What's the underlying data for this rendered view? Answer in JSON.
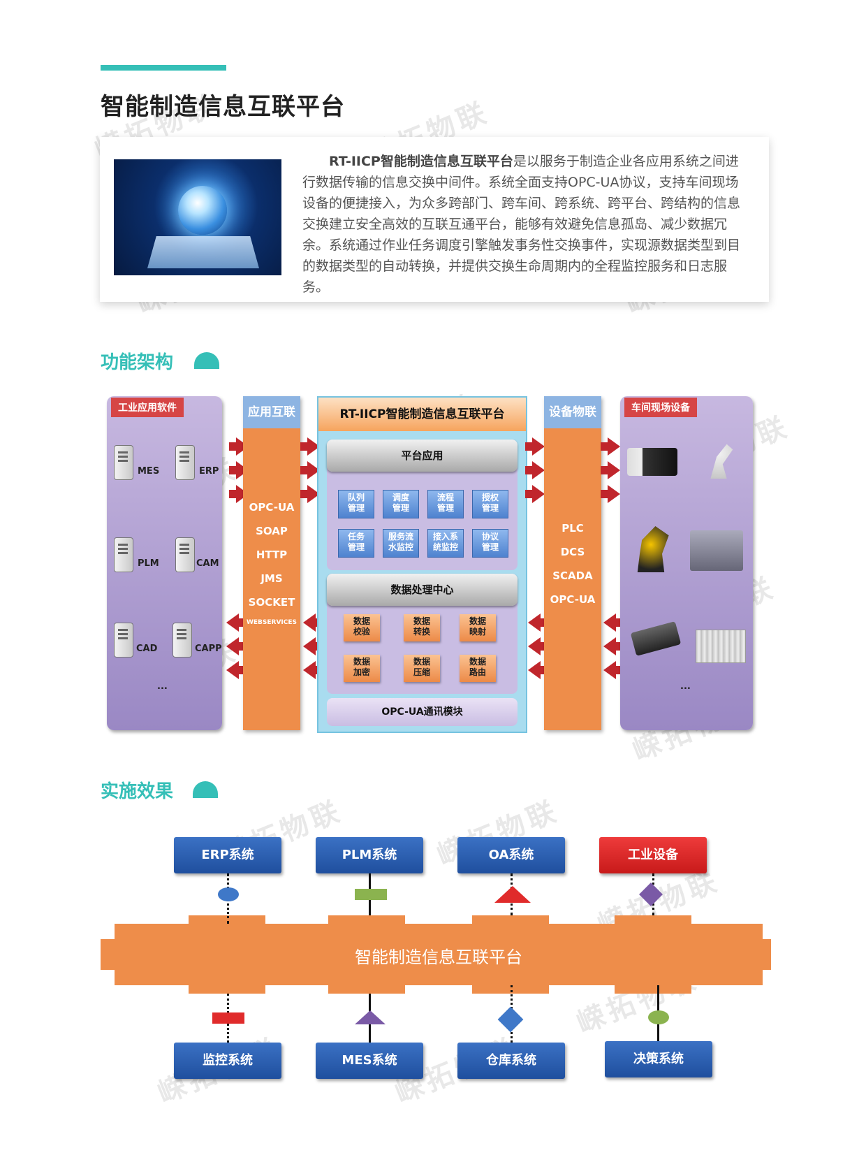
{
  "page": {
    "title": "智能制造信息互联平台",
    "intro": {
      "lead": "RT-IICP智能制造信息互联平台",
      "body": "是以服务于制造企业各应用系统之间进行数据传输的信息交换中间件。系统全面支持OPC-UA协议，支持车间现场设备的便捷接入，为众多跨部门、跨车间、跨系统、跨平台、跨结构的信息交换建立安全高效的互联互通平台，能够有效避免信息孤岛、减少数据冗余。系统通过作业任务调度引擎触发事务性交换事件，实现源数据类型到目的数据类型的自动转换，并提供交换生命周期内的全程监控服务和日志服务。"
    },
    "watermark": "嵘拓物联"
  },
  "architecture": {
    "heading": "功能架构",
    "software_panel": {
      "tag": "工业应用软件",
      "items": [
        "MES",
        "ERP",
        "PLM",
        "CAM",
        "CAD",
        "CAPP"
      ],
      "more": "..."
    },
    "app_interconnect": {
      "title": "应用互联",
      "protocols": [
        "OPC-UA",
        "SOAP",
        "HTTP",
        "JMS",
        "SOCKET",
        "WEBSERVICES"
      ]
    },
    "platform": {
      "title": "RT-IICP智能制造信息互联平台",
      "app_layer": {
        "title": "平台应用",
        "modules": [
          "队列\n管理",
          "调度\n管理",
          "流程\n管理",
          "授权\n管理",
          "任务\n管理",
          "服务流\n水监控",
          "接入系\n统监控",
          "协议\n管理"
        ]
      },
      "data_center": {
        "title": "数据处理中心",
        "modules": [
          "数据\n校验",
          "数据\n转换",
          "数据\n映射",
          "数据\n加密",
          "数据\n压缩",
          "数据\n路由"
        ]
      },
      "comm_module": "OPC-UA通讯模块"
    },
    "device_interconnect": {
      "title": "设备物联",
      "protocols": [
        "PLC",
        "DCS",
        "SCADA",
        "OPC-UA"
      ]
    },
    "field_panel": {
      "tag": "车间现场设备",
      "more": "..."
    }
  },
  "effect": {
    "heading": "实施效果",
    "platform_label": "智能制造信息互联平台",
    "top_systems": [
      {
        "label": "ERP系统",
        "color": "#2a5caf",
        "marker": "ellipse",
        "marker_color": "#3f78c8"
      },
      {
        "label": "PLM系统",
        "color": "#2a5caf",
        "marker": "rect",
        "marker_color": "#8bb34f"
      },
      {
        "label": "OA系统",
        "color": "#2a5caf",
        "marker": "triangle",
        "marker_color": "#e02b2b"
      },
      {
        "label": "工业设备",
        "color": "#e22626",
        "marker": "diamond",
        "marker_color": "#7a5aa6"
      }
    ],
    "bottom_systems": [
      {
        "label": "监控系统",
        "color": "#2a5caf",
        "marker": "rect",
        "marker_color": "#e02b2b"
      },
      {
        "label": "MES系统",
        "color": "#2a5caf",
        "marker": "triangle",
        "marker_color": "#7a5aa6"
      },
      {
        "label": "仓库系统",
        "color": "#2a5caf",
        "marker": "diamond",
        "marker_color": "#3f78c8"
      },
      {
        "label": "决策系统",
        "color": "#2a5caf",
        "marker": "ellipse",
        "marker_color": "#8bb34f"
      }
    ]
  },
  "colors": {
    "accent": "#35bfb7",
    "orange": "#ee8d4a",
    "blue": "#2a5caf",
    "red": "#e22626"
  }
}
